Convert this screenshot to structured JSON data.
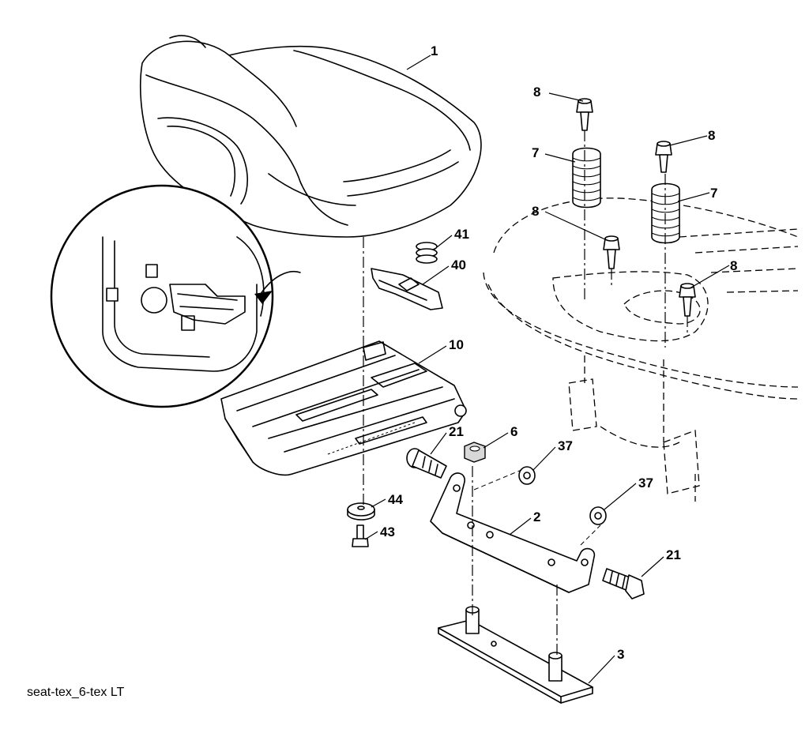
{
  "callouts": {
    "c1": "1",
    "c8a": "8",
    "c8b": "8",
    "c8c": "8",
    "c8d": "8",
    "c7a": "7",
    "c7b": "7",
    "c41": "41",
    "c40": "40",
    "c10": "10",
    "c21a": "21",
    "c6": "6",
    "c37a": "37",
    "c37b": "37",
    "c2": "2",
    "c44": "44",
    "c43": "43",
    "c21b": "21",
    "c3": "3"
  },
  "caption": "seat-tex_6-tex LT"
}
